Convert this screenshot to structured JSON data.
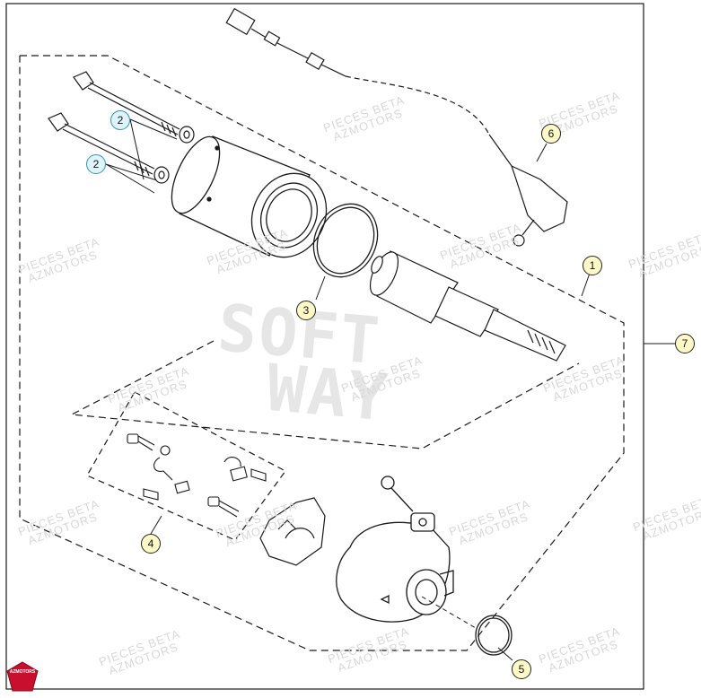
{
  "callouts": [
    {
      "id": "c1",
      "label": "1",
      "style": "yellow"
    },
    {
      "id": "c2a",
      "label": "2",
      "style": "blue"
    },
    {
      "id": "c2b",
      "label": "2",
      "style": "blue"
    },
    {
      "id": "c3",
      "label": "3",
      "style": "yellow"
    },
    {
      "id": "c4",
      "label": "4",
      "style": "yellow"
    },
    {
      "id": "c5",
      "label": "5",
      "style": "yellow"
    },
    {
      "id": "c6",
      "label": "6",
      "style": "yellow"
    },
    {
      "id": "c7",
      "label": "7",
      "style": "yellow"
    }
  ],
  "watermark": {
    "line1": "PIECES BETA",
    "line2": "AZMOTORS",
    "softway_line1": "SOFT",
    "softway_line2": "WAY"
  },
  "logo": {
    "text": "AZMOTORS",
    "color": "#c8102e"
  },
  "colors": {
    "line": "#1a1a1a",
    "callout_fill": "#fff9c8",
    "callout_blue": "#dff3fa"
  }
}
